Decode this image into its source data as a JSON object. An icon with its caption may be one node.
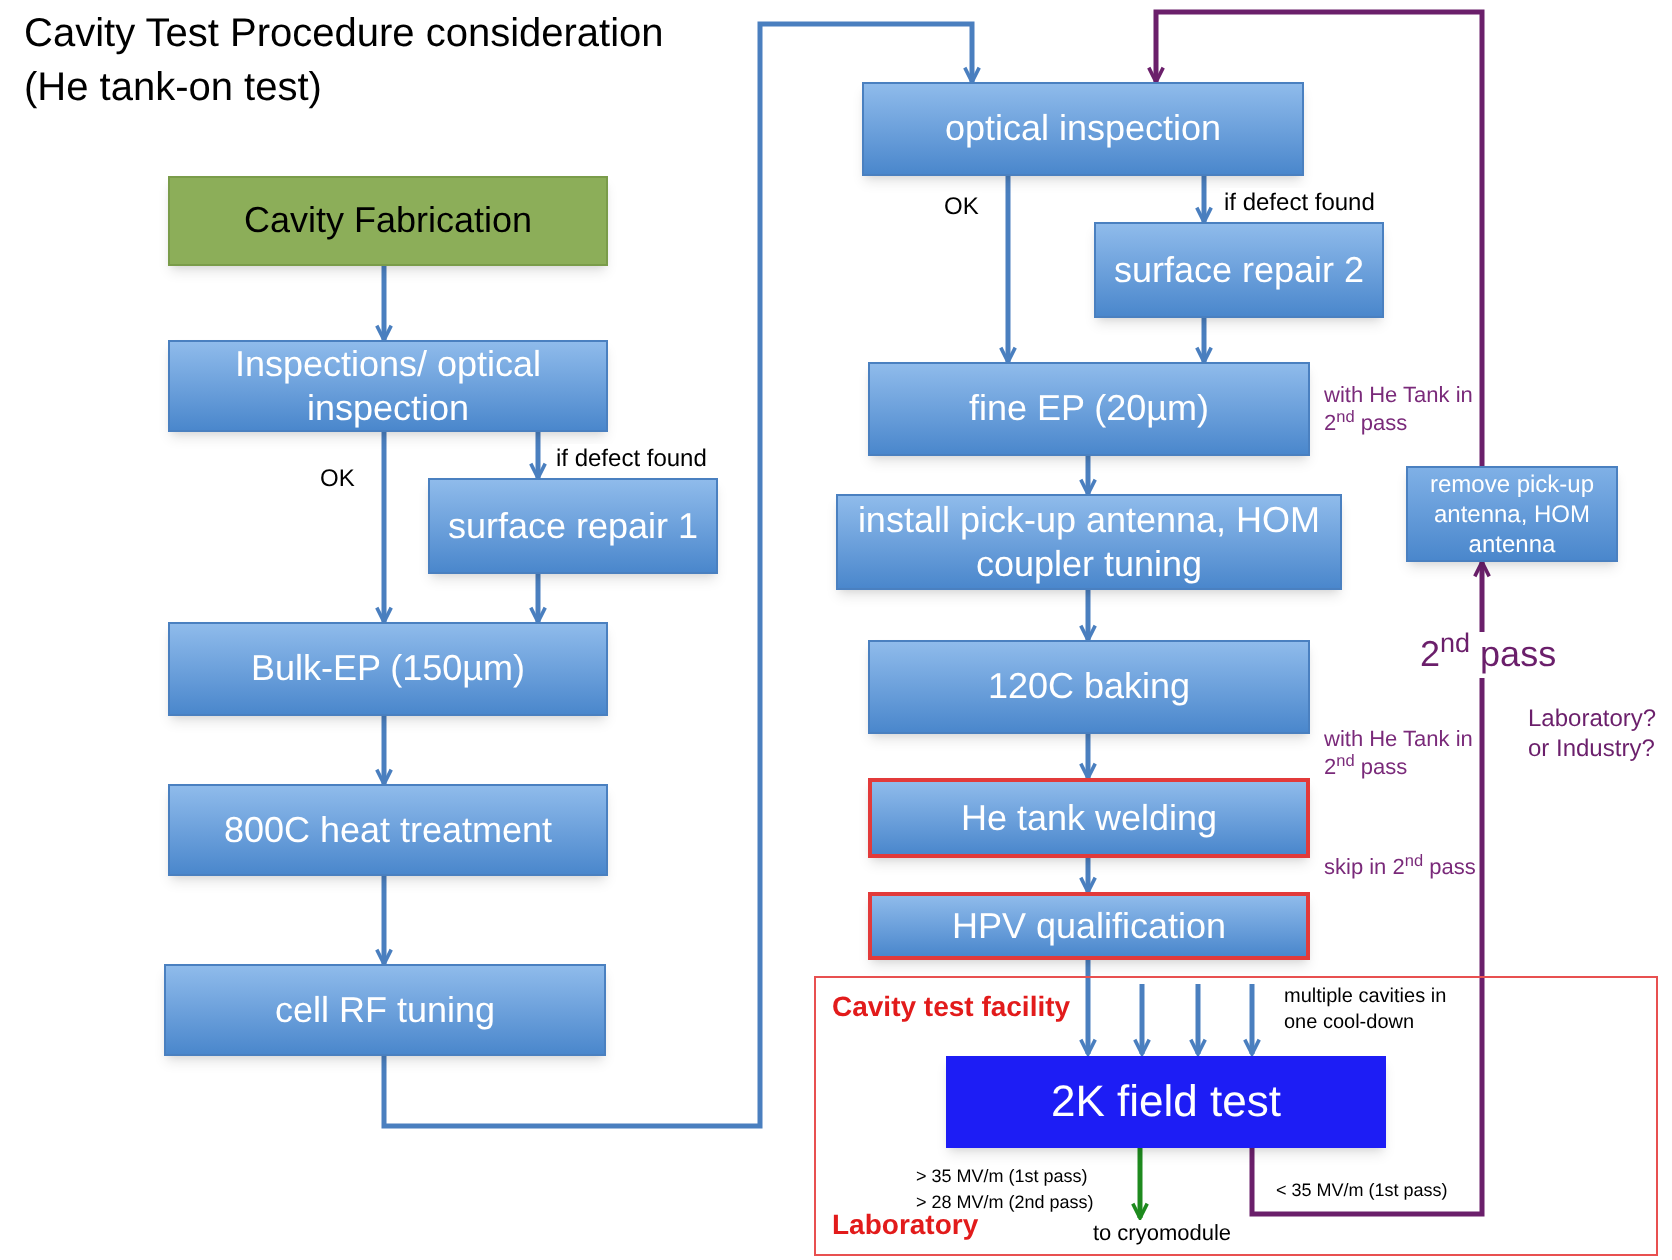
{
  "diagram": {
    "title": "Cavity Test Procedure consideration (He tank-on test)",
    "nodes": [
      {
        "text": [
          "Cavity Fabrication"
        ]
      },
      {
        "text": [
          "Inspections/ optical inspection"
        ]
      },
      {
        "text": [
          "surface repair 1"
        ]
      },
      {
        "text": [
          "Bulk-EP (150µm)"
        ]
      },
      {
        "text": [
          "800C heat treatment"
        ]
      },
      {
        "text": [
          "cell RF tuning"
        ]
      },
      {
        "text": [
          "optical inspection"
        ]
      },
      {
        "text": [
          "surface repair 2"
        ]
      },
      {
        "text": [
          "fine EP (20µm)"
        ],
        "beside": [
          "with He Tank in 2$^{nd}$ pass"
        ]
      },
      {
        "text": [
          "install pick-up antenna, HOM coupler tuning"
        ]
      },
      {
        "text": [
          "120C baking"
        ],
        "beside": [
          "with He Tank in 2$^{nd}$ pass"
        ]
      },
      {
        "text": [
          "He tank welding"
        ],
        "beside": [
          "skip in 2$^{nd}$ pass"
        ]
      },
      {
        "text": [
          "HPV qualification"
        ]
      },
      {
        "text": [
          "Cavity test facility",
          "Laboratory"
        ]
      },
      {
        "text": [
          "2K field test"
        ],
        "in": 13
      },
      {
        "text": [
          "remove pick-up antenna, HOM antenna"
        ]
      },
      {
        "text": [
          "to cryomodule"
        ],
        "in": 13
      }
    ],
    "edges": [
      {
        "from": 0,
        "to": 1,
        "arrow": "to"
      },
      {
        "from": 1,
        "to": 3,
        "arrow": "to",
        "label": "OK"
      },
      {
        "from": 1,
        "to": 2,
        "arrow": "to",
        "label": "if defect found"
      },
      {
        "from": 2,
        "to": 3,
        "arrow": "to"
      },
      {
        "from": 3,
        "to": 4,
        "arrow": "to"
      },
      {
        "from": 4,
        "to": 5,
        "arrow": "to"
      },
      {
        "from": 5,
        "to": 6,
        "arrow": "to"
      },
      {
        "from": 6,
        "to": 8,
        "arrow": "to",
        "label": "OK"
      },
      {
        "from": 6,
        "to": 7,
        "arrow": "to",
        "label": "if defect found"
      },
      {
        "from": 7,
        "to": 8,
        "arrow": "to"
      },
      {
        "from": 8,
        "to": 9,
        "arrow": "to"
      },
      {
        "from": 9,
        "to": 10,
        "arrow": "to"
      },
      {
        "from": 10,
        "to": 11,
        "arrow": "to"
      },
      {
        "from": 11,
        "to": 12,
        "arrow": "to"
      },
      {
        "from": 12,
        "to": 14,
        "arrow": "to"
      },
      {
        "from": null,
        "to": 14,
        "arrow": "to"
      },
      {
        "from": null,
        "to": 14,
        "arrow": "to"
      },
      {
        "from": null,
        "to": 14,
        "arrow": "to"
      },
      {
        "from": 14,
        "to": 16,
        "arrow": "to",
        "color": "#1e8a1e"
      },
      {
        "from": 14,
        "to": 15,
        "arrow": "to",
        "color": "#6b1f6b",
        "label": "2$^{nd}$ pass"
      },
      {
        "from": 15,
        "to": 6,
        "arrow": "to",
        "color": "#6b1f6b"
      }
    ],
    "labels": [
      "multiple cavities in one cool-down",
      "Laboratory? or Industry?",
      "> 35 MV/m (1st pass)",
      "> 28 MV/m (2nd pass)",
      "< 35 MV/m (1st pass)"
    ]
  }
}
